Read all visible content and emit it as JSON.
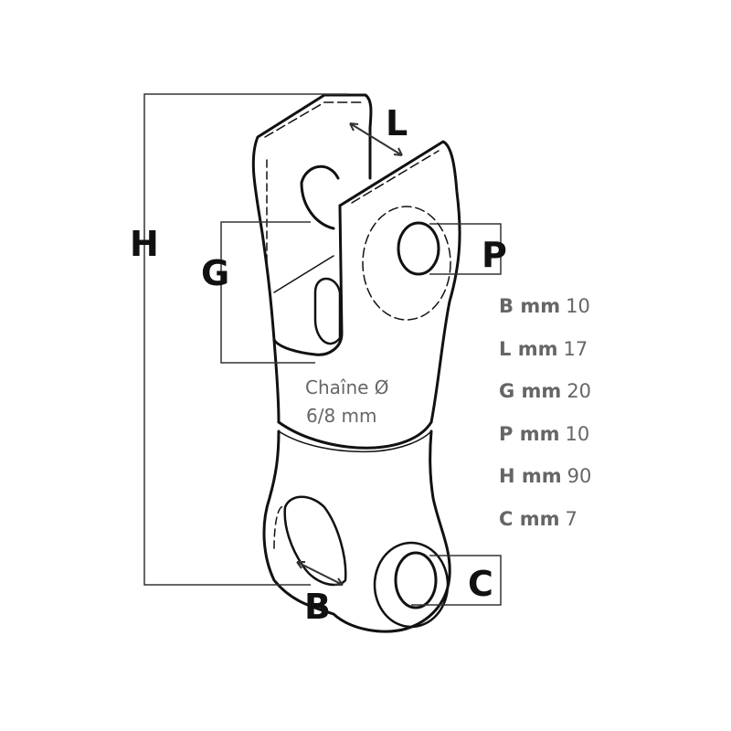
{
  "diagram": {
    "dimension_labels": {
      "H": "H",
      "G": "G",
      "L": "L",
      "P": "P",
      "B": "B",
      "C": "C"
    },
    "chain_label": {
      "line1": "Chaîne Ø",
      "line2": "6/8 mm"
    },
    "specs": [
      {
        "label": "B mm",
        "value": "10"
      },
      {
        "label": "L mm",
        "value": "17"
      },
      {
        "label": "G mm",
        "value": "20"
      },
      {
        "label": "P mm",
        "value": "10"
      },
      {
        "label": "H mm",
        "value": "90"
      },
      {
        "label": "C mm",
        "value": "7"
      }
    ]
  }
}
